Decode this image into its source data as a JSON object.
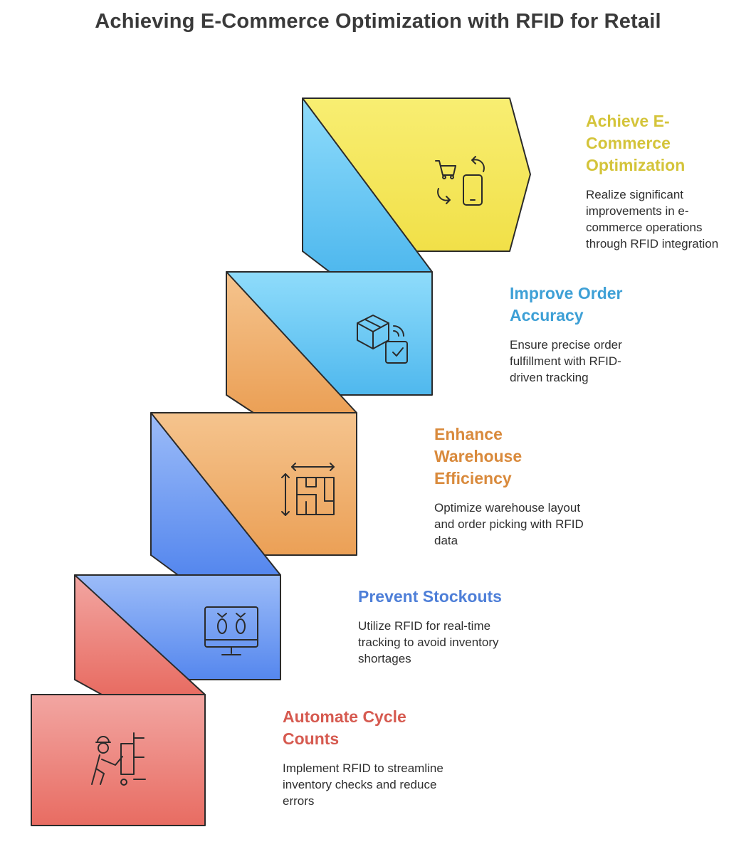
{
  "title": "Achieving E-Commerce Optimization with RFID for Retail",
  "steps": [
    {
      "title": "Achieve E-Commerce Optimization",
      "description": "Realize significant improvements in e-commerce operations through RFID integration",
      "icon": "cart-phone-sync-icon",
      "color": "#d4c43a"
    },
    {
      "title": "Improve Order Accuracy",
      "description": "Ensure precise order fulfillment with RFID-driven tracking",
      "icon": "package-rfid-check-icon",
      "color": "#3ea0d6"
    },
    {
      "title": "Enhance Warehouse Efficiency",
      "description": "Optimize warehouse layout and order picking with RFID data",
      "icon": "floor-plan-dimensions-icon",
      "color": "#d98a3c"
    },
    {
      "title": "Prevent Stockouts",
      "description": "Utilize RFID for real-time tracking to avoid inventory shortages",
      "icon": "monitor-stock-icon",
      "color": "#4e7fd8"
    },
    {
      "title": "Automate Cycle Counts",
      "description": "Implement RFID to streamline inventory checks and reduce errors",
      "icon": "worker-cart-icon",
      "color": "#d65a50"
    }
  ]
}
